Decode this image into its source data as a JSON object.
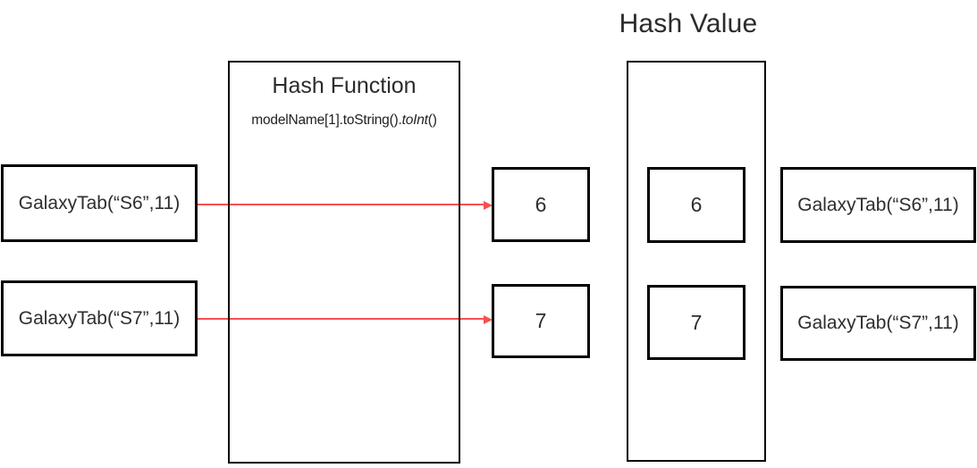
{
  "hash_function": {
    "title": "Hash Function",
    "formula_prefix": "modelName[1].toString().",
    "formula_italic": "toInt",
    "formula_suffix": "()"
  },
  "inputs": [
    {
      "label": "GalaxyTab(“S6”,11)",
      "hash": "6"
    },
    {
      "label": "GalaxyTab(“S7”,11)",
      "hash": "7"
    }
  ],
  "hash_table": {
    "title": "Hash Value",
    "slots": [
      {
        "value": "6",
        "stored": "GalaxyTab(“S6”,11)"
      },
      {
        "value": "7",
        "stored": "GalaxyTab(“S7”,11)"
      }
    ]
  },
  "colors": {
    "arrow_red": "#f75050",
    "box_border": "#000000",
    "text": "#2e2e2e",
    "background": "#ffffff"
  }
}
